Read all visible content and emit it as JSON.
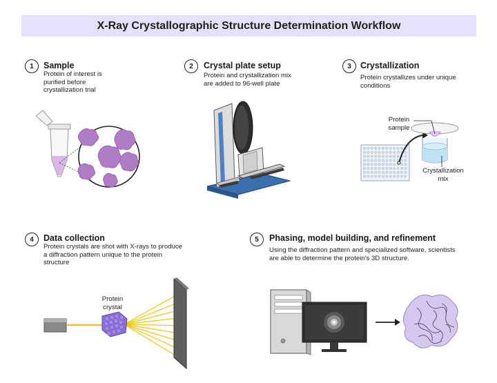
{
  "header": {
    "title": "X-Ray Crystallographic Structure Determination Workflow"
  },
  "steps": [
    {
      "num": "1",
      "title": "Sample",
      "desc": [
        "Protein of interest is",
        "purified before",
        "crystallization trial"
      ]
    },
    {
      "num": "2",
      "title": "Crystal plate setup",
      "desc": [
        "Protein and crystallization mix",
        "are added to 96-well plate"
      ]
    },
    {
      "num": "3",
      "title": "Crystallization",
      "desc": [
        "Protein crystallizes under unique",
        "conditions"
      ]
    },
    {
      "num": "4",
      "title": "Data collection",
      "desc": [
        "Protein crystals are shot with X-rays to produce",
        "a diffraction pattern unique to the protein",
        "structure"
      ]
    },
    {
      "num": "5",
      "title": "Phasing, model building, and refinement",
      "desc": [
        "Using the diffraction pattern and specialized software, scientists",
        "are able to determine the protein's 3D structure."
      ]
    }
  ],
  "labels": {
    "protein_sample": [
      "Protein",
      "sample"
    ],
    "crystallization_mix": [
      "Crystallization",
      "mix"
    ],
    "protein_crystal": [
      "Protein",
      "crystal"
    ]
  },
  "colors": {
    "banner": "#e6e1fb",
    "protein": "#b07cc6",
    "xray_beam": "#f0c419",
    "liquid": "#bfe3f5",
    "robot_blue": "#3a6fb0"
  }
}
